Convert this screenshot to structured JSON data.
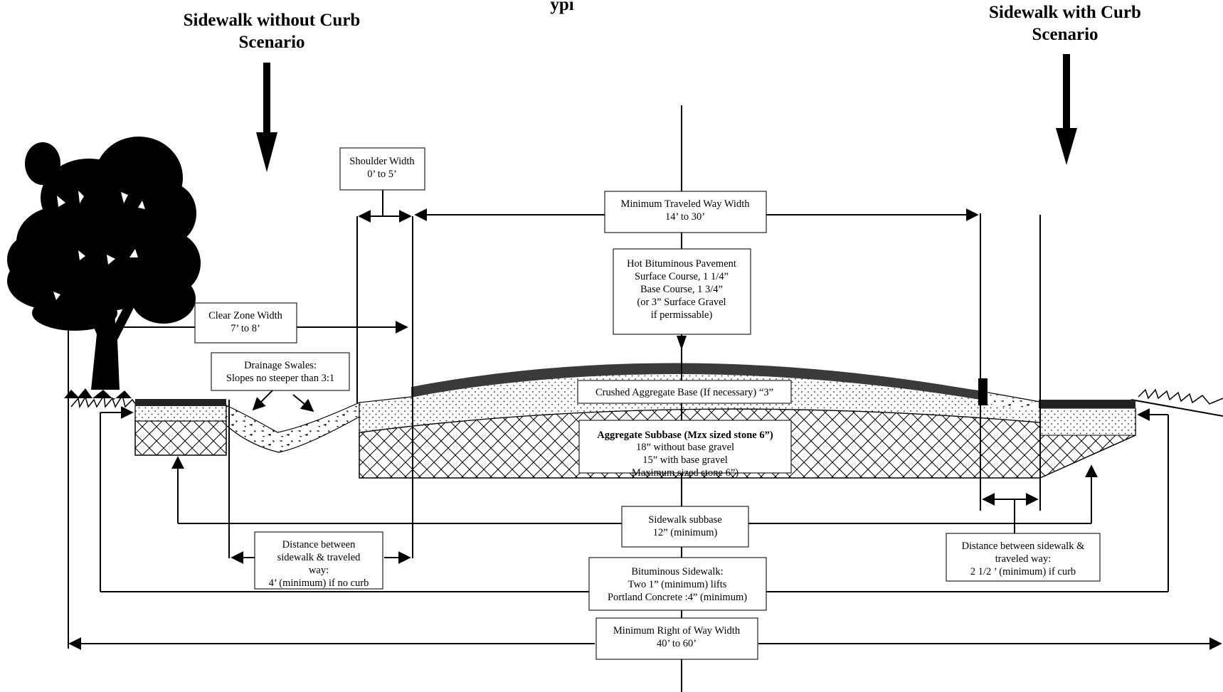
{
  "headers": {
    "left": [
      "Sidewalk without Curb",
      "Scenario"
    ],
    "right": [
      "Sidewalk with Curb",
      "Scenario"
    ],
    "top_partial": "ypi"
  },
  "labels": {
    "shoulder": [
      "Shoulder Width",
      "0’ to 5’"
    ],
    "traveled_way": [
      "Minimum Traveled Way Width",
      "14’ to 30’"
    ],
    "pavement": [
      "Hot Bituminous Pavement",
      "Surface Course, 1 1/4”",
      "Base Course, 1 3/4”",
      "(or 3” Surface Gravel",
      "if permissable)"
    ],
    "clear_zone": [
      "Clear Zone Width",
      "7’ to 8’"
    ],
    "drainage": [
      "Drainage Swales:",
      "Slopes no steeper than 3:1"
    ],
    "crushed_base": "Crushed Aggregate Base (If necessary) “3”",
    "subbase_title": "Aggregate Subbase (Mzx sized stone 6”)",
    "subbase_lines": [
      "18” without base gravel",
      "15” with base gravel",
      "Maximum sized stone 6”)"
    ],
    "sidewalk_subbase": [
      "Sidewalk  subbase",
      "12” (minimum)"
    ],
    "dist_no_curb": [
      "Distance between",
      "sidewalk & traveled",
      "way:",
      "4’ (minimum) if no curb"
    ],
    "dist_curb": [
      "Distance between  sidewalk &",
      "traveled way:",
      "2 1/2 ’ (minimum) if curb"
    ],
    "bituminous_sidewalk": [
      "Bituminous Sidewalk:",
      "Two 1” (minimum) lifts",
      "Portland Concrete  :4” (minimum)"
    ],
    "right_of_way": [
      "Minimum Right of Way Width",
      "40’ to 60’"
    ]
  },
  "colors": {
    "ink": "#000000",
    "pavement": "#3a3a3a",
    "background": "#ffffff"
  }
}
